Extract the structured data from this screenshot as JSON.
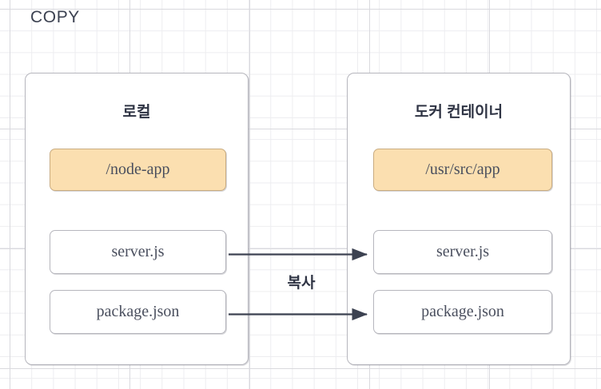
{
  "diagram": {
    "title": "COPY",
    "title_color": "#3c4251",
    "background": "#ffffff",
    "grid_minor_color": "#ededf0",
    "grid_major_color": "#d9d9de"
  },
  "panels": [
    {
      "id": "local",
      "title": "로컬",
      "path_node": {
        "label": "/node-app",
        "fill": "#fbdfb0",
        "border": "#c9ac81"
      },
      "files": [
        {
          "label": "server.js"
        },
        {
          "label": "package.json"
        }
      ]
    },
    {
      "id": "docker",
      "title": "도커 컨테이너",
      "path_node": {
        "label": "/usr/src/app",
        "fill": "#fbdfb0",
        "border": "#c9ac81"
      },
      "files": [
        {
          "label": "server.js"
        },
        {
          "label": "package.json"
        }
      ]
    }
  ],
  "connections": {
    "label": "복사",
    "arrow_color": "#3c4251",
    "arrows": [
      {
        "from": "local.server.js",
        "to": "docker.server.js"
      },
      {
        "from": "local.package.json",
        "to": "docker.package.json"
      }
    ]
  }
}
